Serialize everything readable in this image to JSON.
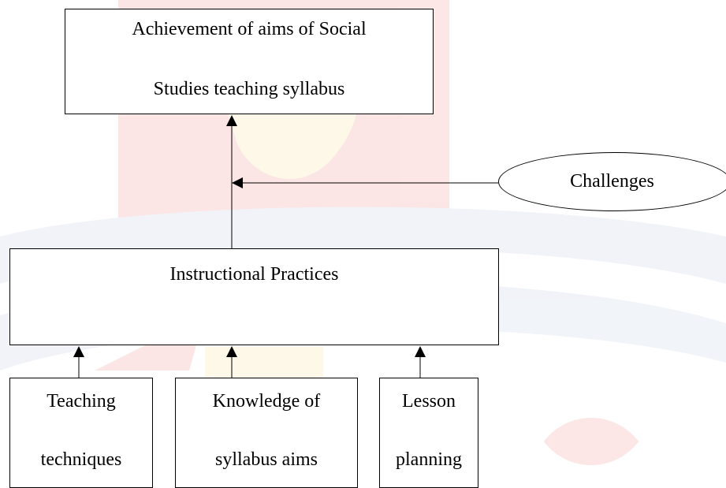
{
  "diagram": {
    "top_box": {
      "line1": "Achievement of aims of Social",
      "line2": "Studies teaching syllabus"
    },
    "challenges": "Challenges",
    "practices_box": {
      "label": "Instructional Practices"
    },
    "bottom_boxes": [
      {
        "line1": "Teaching",
        "line2": "techniques"
      },
      {
        "line1": "Knowledge of",
        "line2": "syllabus aims"
      },
      {
        "line1": "Lesson",
        "line2": "planning"
      }
    ]
  },
  "colors": {
    "line": "#000000",
    "watermark_red": "#e8302f",
    "watermark_yellow": "#f3c94a",
    "watermark_blue": "#8fa6c8"
  }
}
